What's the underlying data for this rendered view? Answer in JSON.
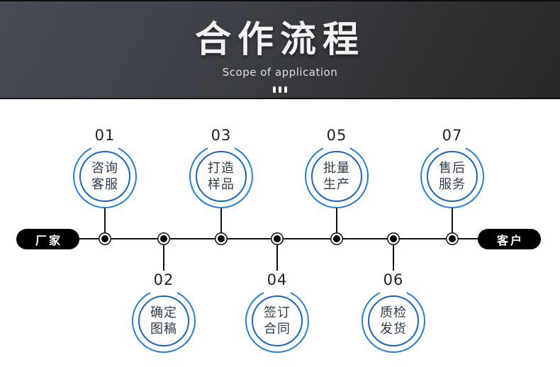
{
  "banner": {
    "title": "合作流程",
    "subtitle": "Scope of application"
  },
  "endpoints": {
    "left": "厂家",
    "right": "客户"
  },
  "steps": [
    {
      "number": "01",
      "line1": "咨询",
      "line2": "客服"
    },
    {
      "number": "02",
      "line1": "确定",
      "line2": "图稿"
    },
    {
      "number": "03",
      "line1": "打造",
      "line2": "样品"
    },
    {
      "number": "04",
      "line1": "签订",
      "line2": "合同"
    },
    {
      "number": "05",
      "line1": "批量",
      "line2": "生产"
    },
    {
      "number": "06",
      "line1": "质检",
      "line2": "发货"
    },
    {
      "number": "07",
      "line1": "售后",
      "line2": "服务"
    }
  ],
  "colors": {
    "banner_gradient_left": "#484c54",
    "banner_gradient_right": "#26282a",
    "circle_outer_ring": "#2b7fd0",
    "circle_inner_ring": "#1b66bb",
    "step_text": "#2e3c4d",
    "timeline_black": "#111111"
  }
}
